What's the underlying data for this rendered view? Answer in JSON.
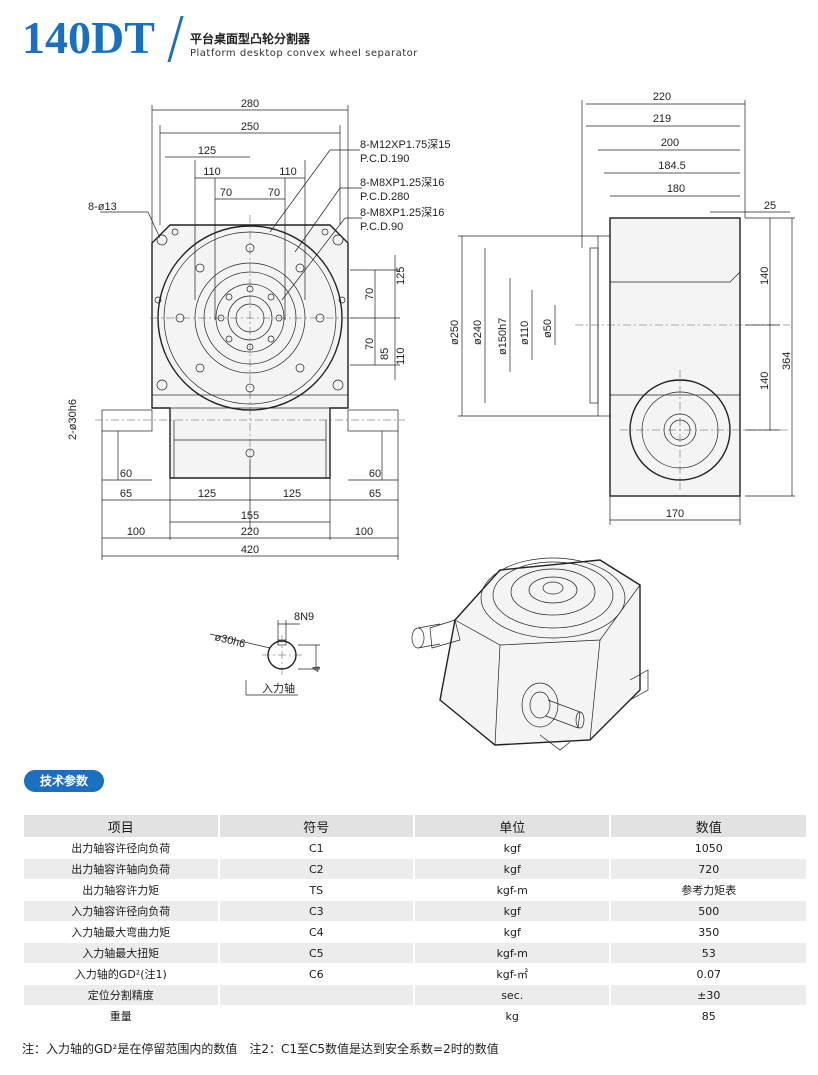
{
  "header": {
    "model": "140DT",
    "title_cn": "平台桌面型凸轮分割器",
    "title_en": "Platform desktop convex wheel separator"
  },
  "drawing": {
    "front": {
      "top_dims": [
        "280",
        "250",
        "125",
        "110",
        "110",
        "70",
        "70"
      ],
      "callouts": [
        "8-M12XP1.75深15",
        "P.C.D.190",
        "8-M8XP1.25深16",
        "P.C.D.280",
        "8-M8XP1.25深16",
        "P.C.D.90"
      ],
      "hole_label": "8-ø13",
      "shaft_label": "2-ø30h6",
      "right_dims": [
        "125",
        "70",
        "70",
        "85",
        "110"
      ],
      "bottom_dims": [
        "60",
        "60",
        "65",
        "125",
        "125",
        "65",
        "155",
        "100",
        "220",
        "100",
        "420"
      ]
    },
    "side": {
      "top_dims": [
        "220",
        "219",
        "200",
        "184.5",
        "180",
        "25"
      ],
      "left_dims": [
        "ø250",
        "ø240",
        "ø150h7",
        "ø110",
        "ø50"
      ],
      "right_dims": [
        "140",
        "140",
        "364"
      ],
      "bottom_dims": [
        "170"
      ]
    },
    "keyway": {
      "dia": "ø30h6",
      "key": "8N9",
      "depth": "4",
      "caption": "入力轴"
    }
  },
  "section_tag": "技术参数",
  "table": {
    "headers": [
      "项目",
      "符号",
      "单位",
      "数值"
    ],
    "rows": [
      {
        "item": "出力轴容许径向负荷",
        "symbol": "C1",
        "unit": "kgf",
        "value": "1050"
      },
      {
        "item": "出力轴容许轴向负荷",
        "symbol": "C2",
        "unit": "kgf",
        "value": "720"
      },
      {
        "item": "出力轴容许力矩",
        "symbol": "TS",
        "unit": "kgf-m",
        "value": "参考力矩表"
      },
      {
        "item": "入力轴容许径向负荷",
        "symbol": "C3",
        "unit": "kgf",
        "value": "500"
      },
      {
        "item": "入力轴最大弯曲力矩",
        "symbol": "C4",
        "unit": "kgf",
        "value": "350"
      },
      {
        "item": "入力轴最大扭矩",
        "symbol": "C5",
        "unit": "kgf-m",
        "value": "53"
      },
      {
        "item": "入力轴的GD²(注1)",
        "symbol": "C6",
        "unit": "kgf-㎡",
        "value": "0.07"
      },
      {
        "item": "定位分割精度",
        "symbol": "",
        "unit": "sec.",
        "value": "±30"
      },
      {
        "item": "重量",
        "symbol": "",
        "unit": "kg",
        "value": "85"
      }
    ]
  },
  "note": "注：入力轴的GD²是在停留范围内的数值　注2：C1至C5数值是达到安全系数=2时的数值",
  "colors": {
    "brand": "#1a6fc0",
    "header_row": "#e2e2e2",
    "stripe": "#ececec"
  }
}
